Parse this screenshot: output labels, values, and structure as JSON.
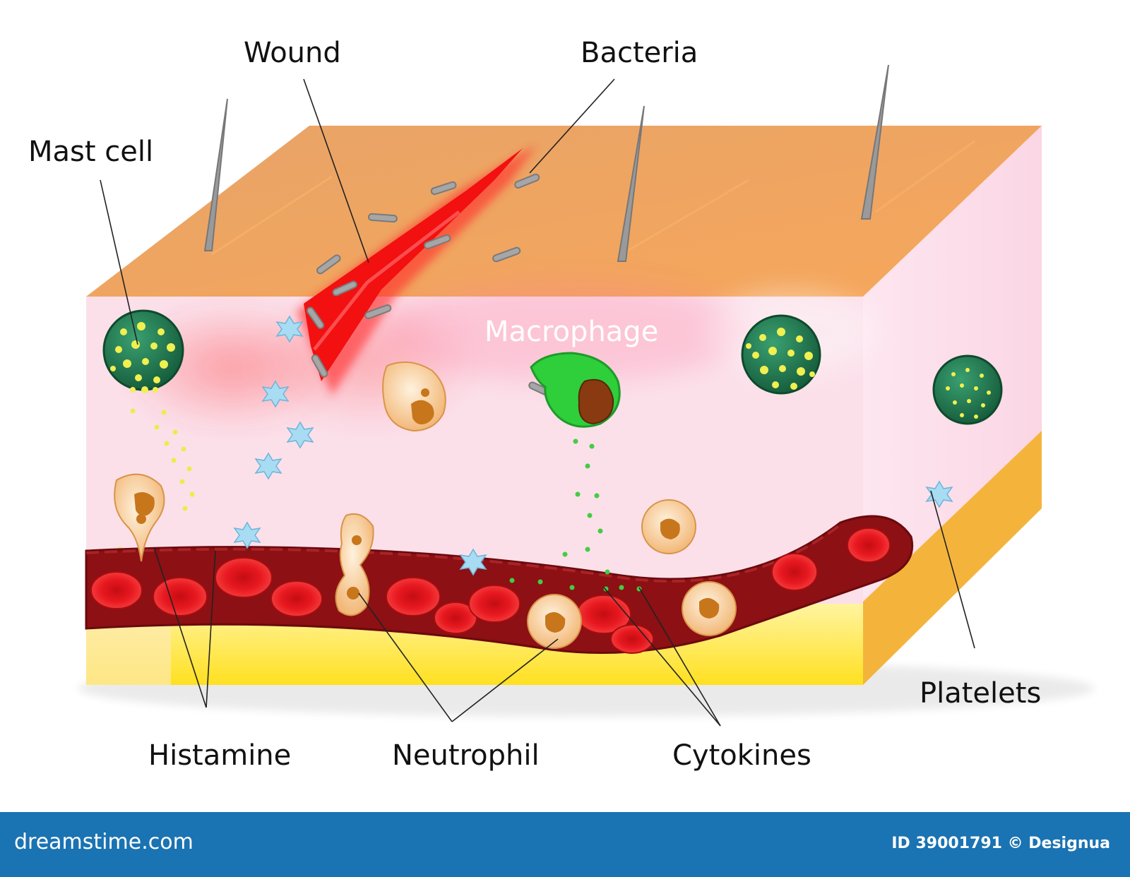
{
  "labels": {
    "wound": "Wound",
    "bacteria": "Bacteria",
    "mast_cell": "Mast cell",
    "macrophage": "Macrophage",
    "platelets": "Platelets",
    "histamine": "Histamine",
    "neutrophil": "Neutrophil",
    "cytokines": "Cytokines"
  },
  "footer": {
    "logo_text": "dreamstime.com",
    "credit": "ID 39001791 © Designua"
  },
  "colors": {
    "skin_top": "#f2a460",
    "tissue": "#fbe0ea",
    "fat_layer": "#ffe24a",
    "vessel": "#8c1014",
    "red_blood_cell": "#e3141c",
    "wound": "#ff1a1a",
    "mast_cell": "#1f7a52",
    "macrophage": "#2ecf3a",
    "neutrophil": "#f5c48c",
    "platelet": "#9fd6ee",
    "footer_bar": "#1a73b2"
  }
}
